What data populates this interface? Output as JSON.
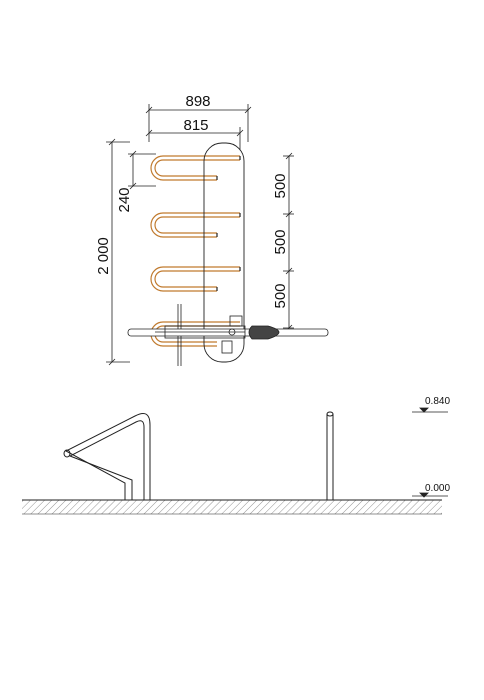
{
  "plan_dimensions": {
    "overall_width": "898",
    "tube_width": "815",
    "overall_length": "2 000",
    "tube_spacing": "240",
    "spacing_1": "500",
    "spacing_2": "500",
    "spacing_3": "500"
  },
  "elevation_levels": {
    "top": "0.840",
    "ground": "0.000"
  },
  "colors": {
    "line": "#222222",
    "rack": "#c07a2e",
    "hatch": "#555555"
  }
}
